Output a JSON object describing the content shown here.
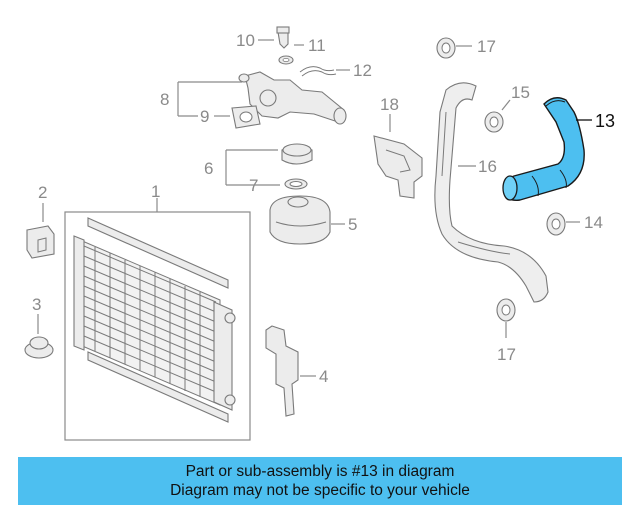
{
  "callouts": {
    "c1": "1",
    "c2": "2",
    "c3": "3",
    "c4": "4",
    "c5": "5",
    "c6": "6",
    "c7": "7",
    "c8": "8",
    "c9": "9",
    "c10": "10",
    "c11": "11",
    "c12": "12",
    "c13": "13",
    "c14": "14",
    "c15": "15",
    "c16": "16",
    "c17a": "17",
    "c17b": "17",
    "c18": "18"
  },
  "highlight_color": "#4dbff0",
  "banner": {
    "line1": "Part or sub-assembly is #13 in diagram",
    "line2": "Diagram may not be specific to your vehicle"
  }
}
